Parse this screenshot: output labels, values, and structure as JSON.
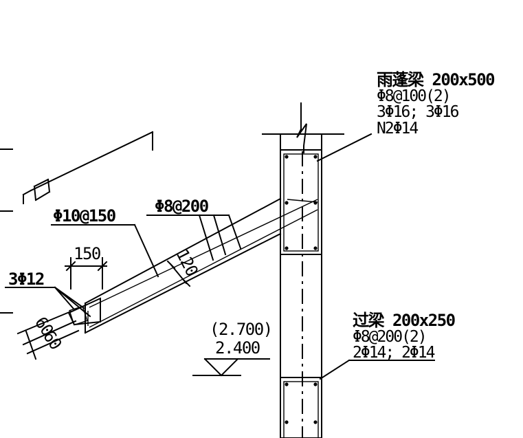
{
  "labels": {
    "canopy_beam_title": "雨蓬梁 200x500",
    "canopy_beam_stirrup": "Φ8@100(2)",
    "canopy_beam_bars": "3Φ16; 3Φ16",
    "canopy_beam_side": "N2Φ14",
    "lintel_title": "过梁 200x250",
    "lintel_stirrup": "Φ8@200(2)",
    "lintel_bars": "2Φ14; 2Φ14",
    "slab_bar_main": "Φ10@150",
    "slab_bar_dist": "Φ8@200",
    "edge_bars": "3Φ12",
    "dim_150": "150",
    "dim_120": "120",
    "dim_60": "60",
    "dim_60b": "60",
    "elev_upper": "(2.700)",
    "elev_lower": "2.400"
  }
}
